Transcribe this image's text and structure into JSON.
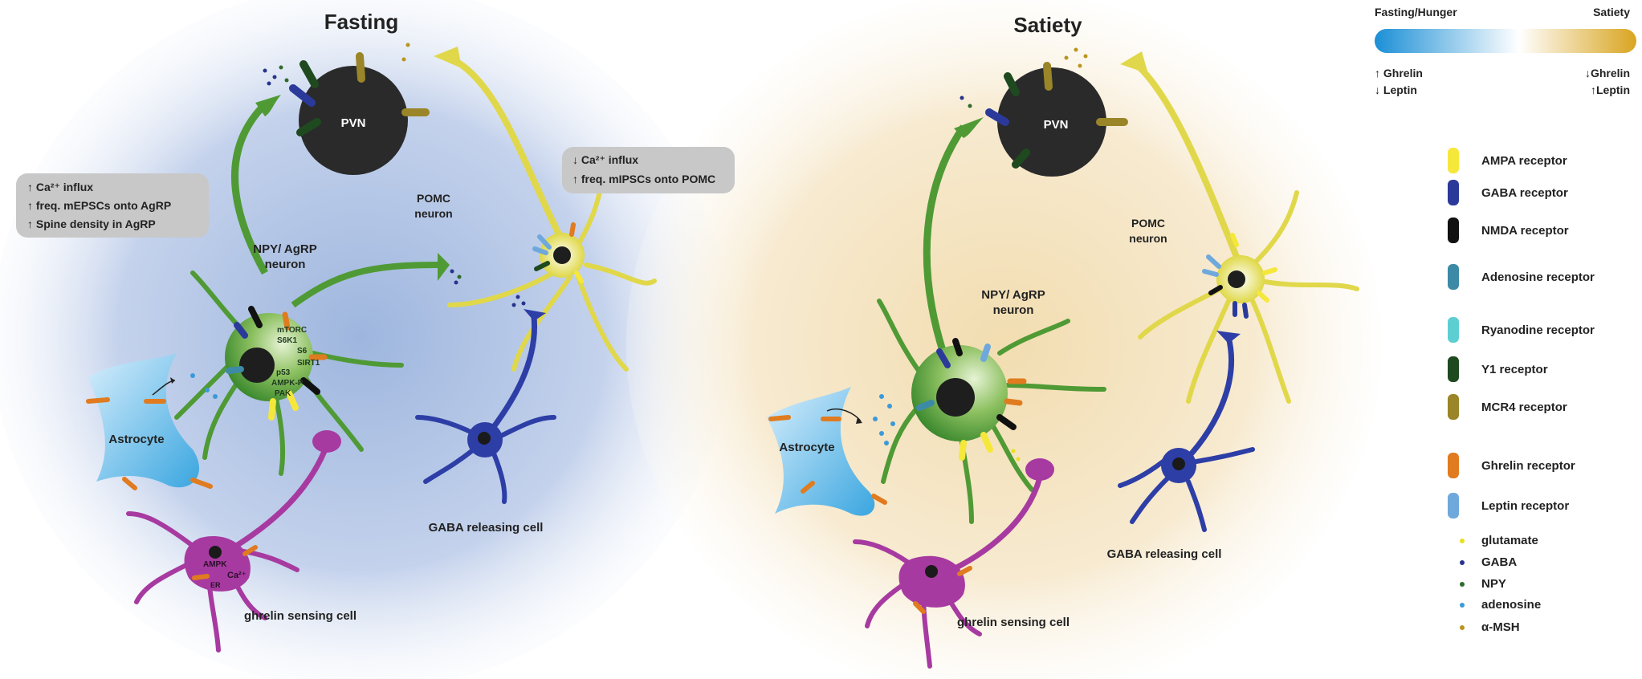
{
  "panels": {
    "fasting": {
      "title": "Fasting",
      "pvn": "PVN",
      "pomc_label_line1": "POMC",
      "pomc_label_line2": "neuron",
      "npy_label_line1": "NPY/ AgRP",
      "npy_label_line2": "neuron",
      "astrocyte": "Astrocyte",
      "gaba_cell": "GABA releasing cell",
      "ghrelin_cell": "ghrelin sensing cell",
      "box_left": [
        "↑ Ca²⁺ influx",
        "↑ freq. mEPSCs onto AgRP",
        "↑ Spine density in AgRP"
      ],
      "box_right": [
        "↓ Ca²⁺ influx",
        "↑ freq. mIPSCs onto POMC"
      ],
      "pathway": [
        "mTORC",
        "S6K1",
        "S6",
        "SIRT1",
        "p53",
        "AMPK-P",
        "PAK"
      ],
      "ghrelin_cell_labels": [
        "AMPK",
        "Ca²⁺",
        "ER"
      ]
    },
    "satiety": {
      "title": "Satiety",
      "pvn": "PVN",
      "pomc_label_line1": "POMC",
      "pomc_label_line2": "neuron",
      "npy_label_line1": "NPY/ AgRP",
      "npy_label_line2": "neuron",
      "astrocyte": "Astrocyte",
      "gaba_cell": "GABA releasing cell",
      "ghrelin_cell": "ghrelin sensing cell"
    }
  },
  "scale": {
    "left_label": "Fasting/Hunger",
    "right_label": "Satiety",
    "left_line1": "↑ Ghrelin",
    "left_line2": "↓ Leptin",
    "right_line1": "↓Ghrelin",
    "right_line2": "↑Leptin",
    "colors": [
      "#1b8fd6",
      "#ffffff",
      "#d9a520"
    ]
  },
  "legend": {
    "receptors": [
      {
        "label": "AMPA receptor",
        "color": "#f5e83a"
      },
      {
        "label": "GABA receptor",
        "color": "#2b3a9a"
      },
      {
        "label": "NMDA receptor",
        "color": "#111111"
      },
      {
        "label": "Adenosine receptor",
        "color": "#3d8aa6"
      },
      {
        "label": "Ryanodine receptor",
        "color": "#5dcfd3"
      },
      {
        "label": "Y1 receptor",
        "color": "#1f4a1f"
      },
      {
        "label": "MCR4 receptor",
        "color": "#9a8528"
      },
      {
        "label": "Ghrelin receptor",
        "color": "#e07b1f"
      },
      {
        "label": "Leptin receptor",
        "color": "#6fa8dc"
      }
    ],
    "molecules": [
      {
        "label": "glutamate",
        "color": "#e8e020"
      },
      {
        "label": "GABA",
        "color": "#27348b"
      },
      {
        "label": "NPY",
        "color": "#2f6b2f"
      },
      {
        "label": "adenosine",
        "color": "#3a9ad9"
      },
      {
        "label": "α-MSH",
        "color": "#b8961e"
      }
    ]
  }
}
